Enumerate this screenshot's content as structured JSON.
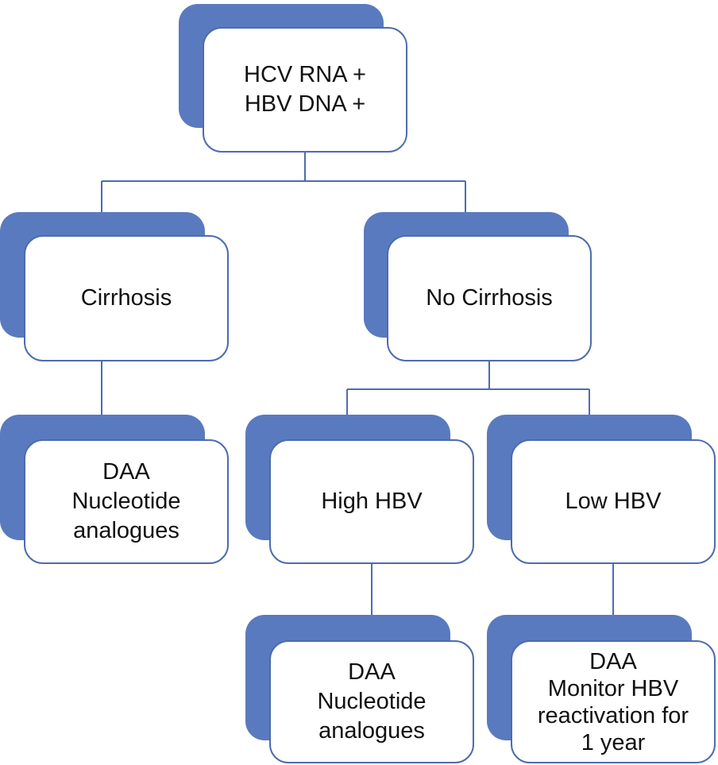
{
  "colors": {
    "shadow": "#5a7abf",
    "border": "#4d6cae",
    "line": "#4d6cae",
    "text": "#111111"
  },
  "nodes": {
    "root": {
      "lines": [
        "HCV RNA +",
        "HBV DNA +"
      ]
    },
    "cirrhosis": {
      "lines": [
        "Cirrhosis"
      ]
    },
    "no_cirrhosis": {
      "lines": [
        "No Cirrhosis"
      ]
    },
    "cirrhosis_treatment": {
      "lines": [
        "DAA",
        "Nucleotide",
        "analogues"
      ]
    },
    "high_hbv": {
      "lines": [
        "High HBV"
      ]
    },
    "low_hbv": {
      "lines": [
        "Low HBV"
      ]
    },
    "high_hbv_treatment": {
      "lines": [
        "DAA",
        "Nucleotide",
        "analogues"
      ]
    },
    "low_hbv_treatment": {
      "lines": [
        "DAA",
        "Monitor HBV",
        "reactivation for",
        "1 year"
      ]
    }
  }
}
